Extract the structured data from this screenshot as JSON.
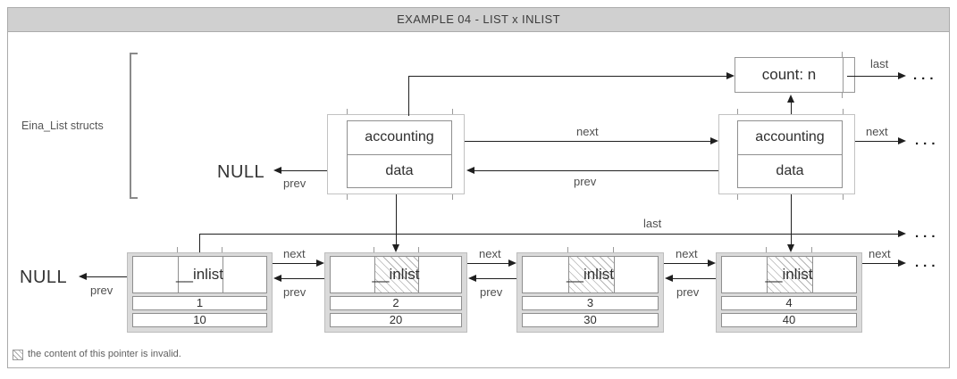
{
  "title": "EXAMPLE 04 - LIST x INLIST",
  "bracket_label": "Eina_List structs",
  "null_label": "NULL",
  "ellipsis": "...",
  "pointer_labels": {
    "next": "next",
    "prev": "prev",
    "last": "last"
  },
  "count_box": {
    "text": "count: n"
  },
  "list_nodes": [
    {
      "accounting": "accounting",
      "data": "data"
    },
    {
      "accounting": "accounting",
      "data": "data"
    }
  ],
  "inlist_nodes": [
    {
      "header": "__inlist",
      "value1": "1",
      "value2": "10",
      "invalid": false
    },
    {
      "header": "__inlist",
      "value1": "2",
      "value2": "20",
      "invalid": true
    },
    {
      "header": "__inlist",
      "value1": "3",
      "value2": "30",
      "invalid": true
    },
    {
      "header": "__inlist",
      "value1": "4",
      "value2": "40",
      "invalid": true
    }
  ],
  "legend": {
    "text": "the content of this pointer is invalid."
  },
  "colors": {
    "titlebar_bg": "#d0d0d0",
    "node_fill": "#dadada",
    "line": "#1f1f1f",
    "border": "#8f8f8f",
    "hatch": "#b3b3b3"
  }
}
